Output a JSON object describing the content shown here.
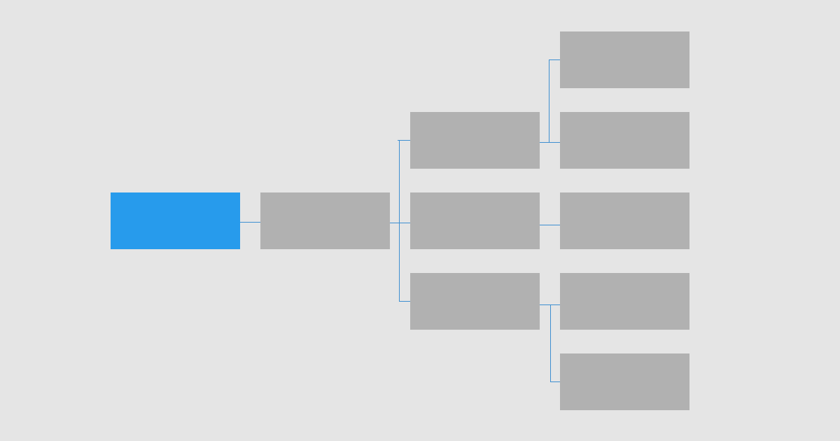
{
  "colors": {
    "background": "#e5e5e5",
    "root_node": "#279bec",
    "node": "#b1b1b1",
    "connector": "#3d8fd1"
  },
  "tree": {
    "id": "root",
    "children": [
      {
        "id": "level1",
        "children": [
          {
            "id": "level2-a",
            "children": [
              {
                "id": "level3-a1",
                "children": []
              },
              {
                "id": "level3-a2",
                "children": []
              }
            ]
          },
          {
            "id": "level2-b",
            "children": [
              {
                "id": "level3-b1",
                "children": []
              }
            ]
          },
          {
            "id": "level2-c",
            "children": [
              {
                "id": "level3-c1",
                "children": []
              },
              {
                "id": "level3-c2",
                "children": []
              }
            ]
          }
        ]
      }
    ]
  }
}
